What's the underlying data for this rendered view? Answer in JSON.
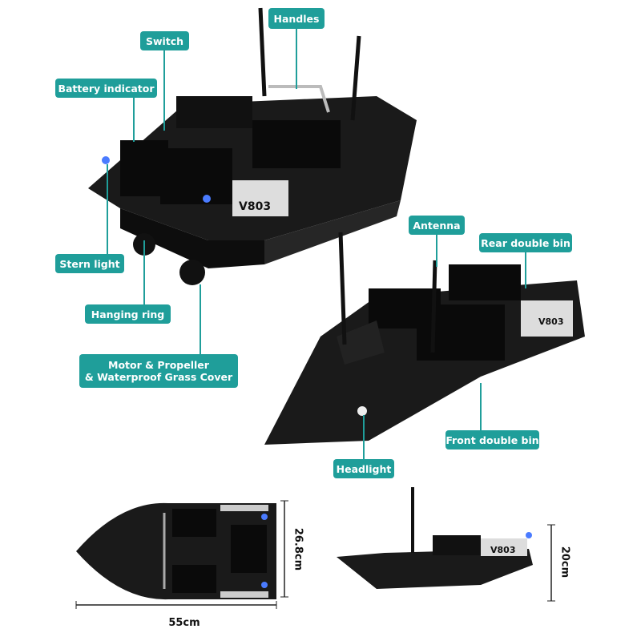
{
  "accent_color": "#1f9e9a",
  "labels": {
    "handles": "Handles",
    "switch": "Switch",
    "battery_indicator": "Battery indicator",
    "stern_light": "Stern light",
    "hanging_ring": "Hanging ring",
    "motor_line1": "Motor & Propeller",
    "motor_line2": "& Waterproof Grass Cover",
    "antenna": "Antenna",
    "rear_double_bin": "Rear double bin",
    "front_double_bin": "Front double bin",
    "headlight": "Headlight"
  },
  "dimensions": {
    "width": "26.8cm",
    "length": "55cm",
    "height": "20cm"
  },
  "logo": "V803"
}
